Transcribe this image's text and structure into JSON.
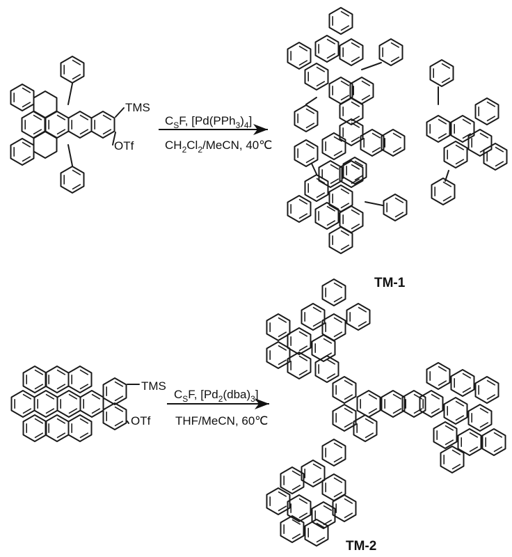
{
  "reaction_1": {
    "reactant": {
      "group_top": "TMS",
      "group_bottom": "OTf"
    },
    "conditions": {
      "line1": [
        "C",
        "S",
        "F, [Pd(PPh",
        "3",
        ")",
        "4",
        "]"
      ],
      "line2": [
        "CH",
        "2",
        "Cl",
        "2",
        "/MeCN, 40℃"
      ]
    },
    "product_name": "TM-1"
  },
  "reaction_2": {
    "reactant": {
      "group_top": "TMS",
      "group_bottom": "OTf"
    },
    "conditions": {
      "line1": [
        "C",
        "S",
        "F, [Pd",
        "2",
        "(dba)",
        "3",
        "]"
      ],
      "line2": [
        "THF/MeCN, 60℃"
      ]
    },
    "product_name": "TM-2"
  }
}
